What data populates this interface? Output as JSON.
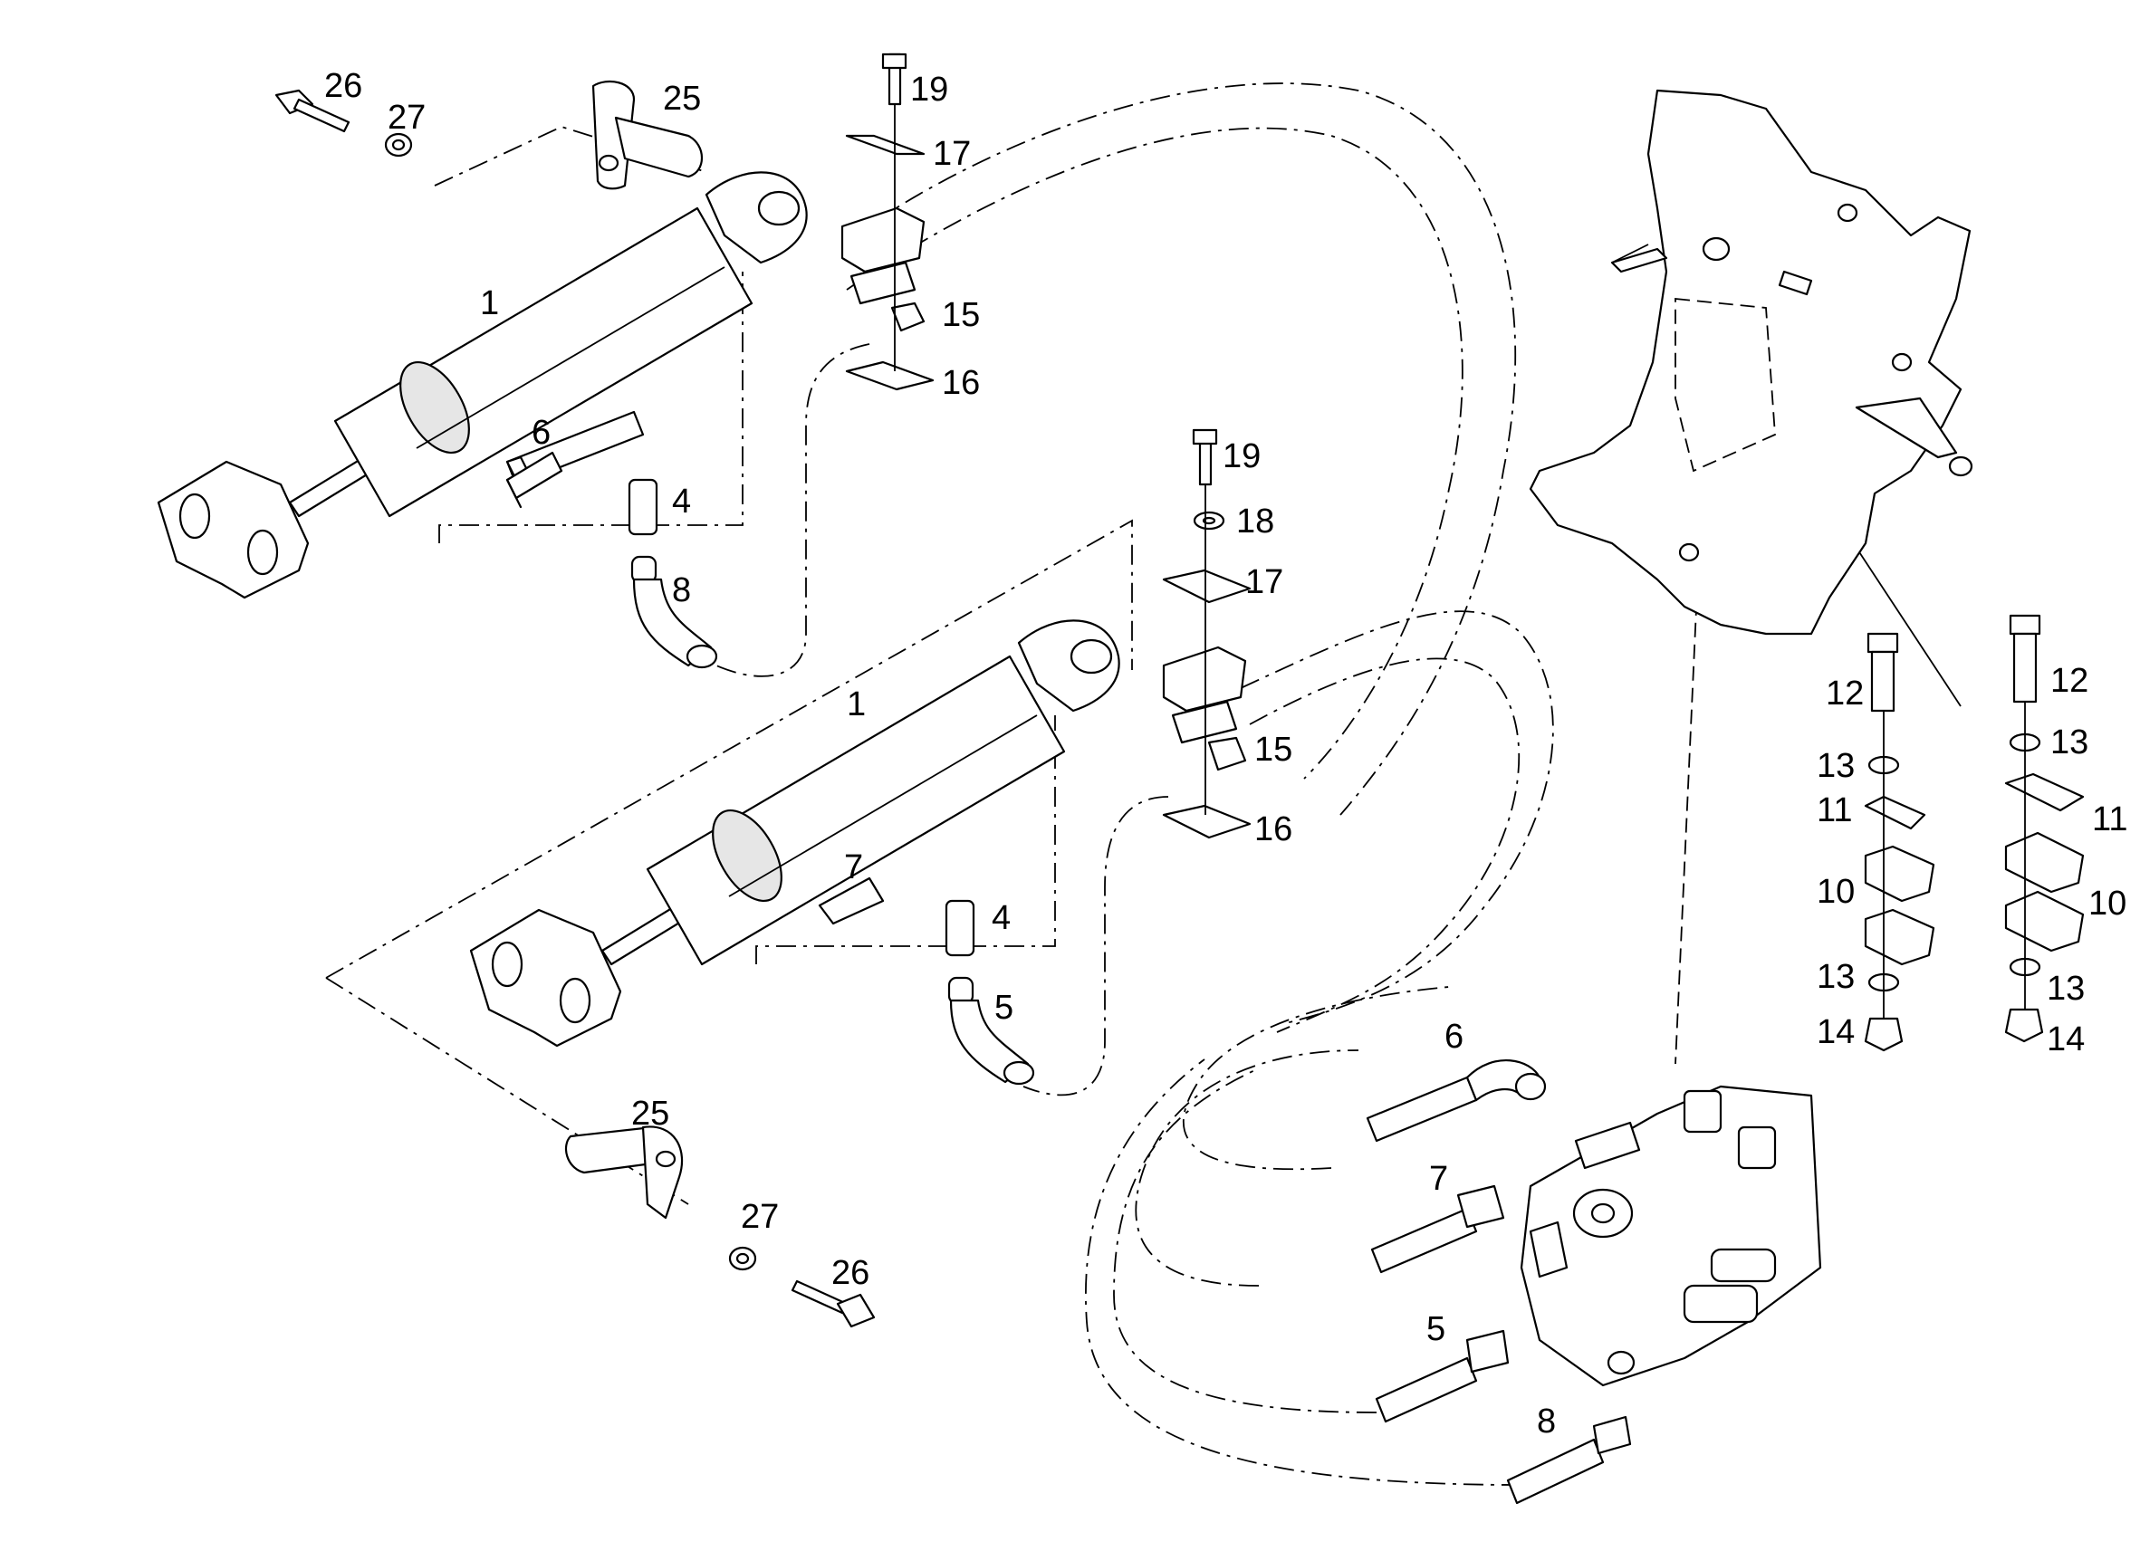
{
  "callouts": [
    {
      "id": "c-26a",
      "text": "26"
    },
    {
      "id": "c-27a",
      "text": "27"
    },
    {
      "id": "c-25a",
      "text": "25"
    },
    {
      "id": "c-19a",
      "text": "19"
    },
    {
      "id": "c-17a",
      "text": "17"
    },
    {
      "id": "c-1a",
      "text": "1"
    },
    {
      "id": "c-15a",
      "text": "15"
    },
    {
      "id": "c-16a",
      "text": "16"
    },
    {
      "id": "c-6a",
      "text": "6"
    },
    {
      "id": "c-4a",
      "text": "4"
    },
    {
      "id": "c-8a",
      "text": "8"
    },
    {
      "id": "c-19b",
      "text": "19"
    },
    {
      "id": "c-18",
      "text": "18"
    },
    {
      "id": "c-17b",
      "text": "17"
    },
    {
      "id": "c-1b",
      "text": "1"
    },
    {
      "id": "c-15b",
      "text": "15"
    },
    {
      "id": "c-16b",
      "text": "16"
    },
    {
      "id": "c-7a",
      "text": "7"
    },
    {
      "id": "c-4b",
      "text": "4"
    },
    {
      "id": "c-5a",
      "text": "5"
    },
    {
      "id": "c-25b",
      "text": "25"
    },
    {
      "id": "c-27b",
      "text": "27"
    },
    {
      "id": "c-26b",
      "text": "26"
    },
    {
      "id": "c-6b",
      "text": "6"
    },
    {
      "id": "c-7b",
      "text": "7"
    },
    {
      "id": "c-5b",
      "text": "5"
    },
    {
      "id": "c-8b",
      "text": "8"
    },
    {
      "id": "c-12a",
      "text": "12"
    },
    {
      "id": "c-13a",
      "text": "13"
    },
    {
      "id": "c-11a",
      "text": "11"
    },
    {
      "id": "c-10a",
      "text": "10"
    },
    {
      "id": "c-13b",
      "text": "13"
    },
    {
      "id": "c-14a",
      "text": "14"
    },
    {
      "id": "c-12b",
      "text": "12"
    },
    {
      "id": "c-13c",
      "text": "13"
    },
    {
      "id": "c-11b",
      "text": "11"
    },
    {
      "id": "c-10b",
      "text": "10"
    },
    {
      "id": "c-13d",
      "text": "13"
    },
    {
      "id": "c-14b",
      "text": "14"
    }
  ]
}
